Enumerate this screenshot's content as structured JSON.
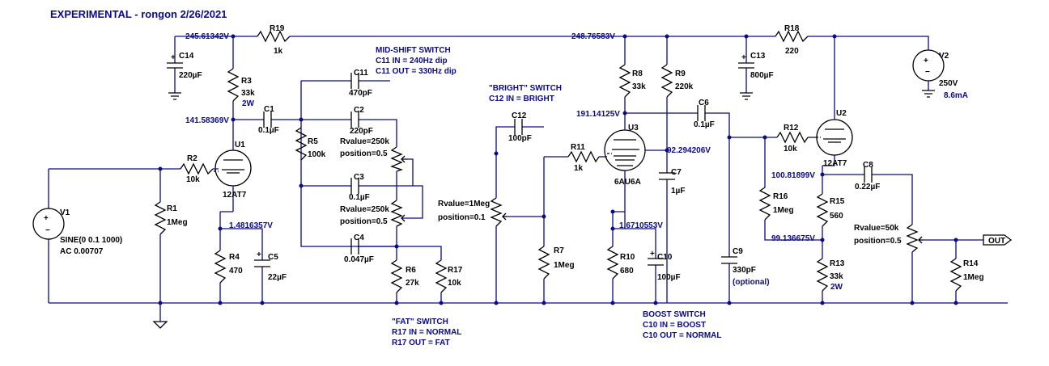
{
  "title": "EXPERIMENTAL - rongon 2/26/2021",
  "nodes": {
    "top_left": "245.61342V",
    "top_right": "248.76583V",
    "u1_plate": "141.58369V",
    "u1_cathode": "1.4816357V",
    "u3_plate": "191.14125V",
    "u3_screen": "92.294206V",
    "u3_cathode": "1.6710553V",
    "u2_plate": "100.81899V",
    "u2_cathode": "99.136675V"
  },
  "components": {
    "R19": {
      "name": "R19",
      "value": "1k"
    },
    "R18": {
      "name": "R18",
      "value": "220"
    },
    "R3": {
      "name": "R3",
      "value": "33k",
      "extra": "2W"
    },
    "R8": {
      "name": "R8",
      "value": "33k"
    },
    "R9": {
      "name": "R9",
      "value": "220k"
    },
    "R5": {
      "name": "R5",
      "value": "100k"
    },
    "R2": {
      "name": "R2",
      "value": "10k"
    },
    "R1": {
      "name": "R1",
      "value": "1Meg"
    },
    "R4": {
      "name": "R4",
      "value": "470"
    },
    "R6": {
      "name": "R6",
      "value": "27k"
    },
    "R17": {
      "name": "R17",
      "value": "10k"
    },
    "R7": {
      "name": "R7",
      "value": "1Meg"
    },
    "R10": {
      "name": "R10",
      "value": "680"
    },
    "R11": {
      "name": "R11",
      "value": "1k"
    },
    "R12": {
      "name": "R12",
      "value": "10k"
    },
    "R16": {
      "name": "R16",
      "value": "1Meg"
    },
    "R15": {
      "name": "R15",
      "value": "560"
    },
    "R13": {
      "name": "R13",
      "value": "33k",
      "extra": "2W"
    },
    "R14": {
      "name": "R14",
      "value": "1Meg"
    },
    "C14": {
      "name": "C14",
      "value": "220µF"
    },
    "C13": {
      "name": "C13",
      "value": "800µF"
    },
    "C11": {
      "name": "C11",
      "value": "470pF"
    },
    "C1": {
      "name": "C1",
      "value": "0.1µF"
    },
    "C2": {
      "name": "C2",
      "value": "220pF"
    },
    "C3": {
      "name": "C3",
      "value": "0.1µF"
    },
    "C4": {
      "name": "C4",
      "value": "0.047µF"
    },
    "C5": {
      "name": "C5",
      "value": "22µF"
    },
    "C12": {
      "name": "C12",
      "value": "100pF"
    },
    "C6": {
      "name": "C6",
      "value": "0.1µF"
    },
    "C7": {
      "name": "C7",
      "value": "1µF"
    },
    "C10": {
      "name": "C10",
      "value": "100µF"
    },
    "C9": {
      "name": "C9",
      "value": "330pF",
      "extra": "(optional)"
    },
    "C8": {
      "name": "C8",
      "value": "0.22µF"
    },
    "U1": {
      "name": "U1",
      "value": "12AT7"
    },
    "U3": {
      "name": "U3",
      "value": "6AU6A"
    },
    "U2": {
      "name": "U2",
      "value": "12AT7"
    },
    "V1": {
      "name": "V1",
      "value": "SINE(0 0.1 1000)",
      "extra": "AC 0.00707"
    },
    "V2": {
      "name": "V2",
      "value": "250V",
      "extra": "8.6mA"
    },
    "POT_TREBLE": {
      "value": "Rvalue=250k",
      "extra": "position=0.5"
    },
    "POT_MID": {
      "value": "Rvalue=250k",
      "extra": "position=0.5"
    },
    "POT_VOL": {
      "value": "Rvalue=1Meg",
      "extra": "position=0.1"
    },
    "POT_OUT": {
      "value": "Rvalue=50k",
      "extra": "position=0.5"
    }
  },
  "notes": {
    "mid_shift": [
      "MID-SHIFT SWITCH",
      "C11 IN = 240Hz dip",
      "C11 OUT = 330Hz dip"
    ],
    "bright": [
      "\"BRIGHT\" SWITCH",
      "C12 IN = BRIGHT"
    ],
    "fat": [
      "\"FAT\" SWITCH",
      "R17 IN = NORMAL",
      "R17 OUT = FAT"
    ],
    "boost": [
      "BOOST SWITCH",
      "C10 IN = BOOST",
      "C10 OUT = NORMAL"
    ]
  },
  "out_label": "OUT"
}
